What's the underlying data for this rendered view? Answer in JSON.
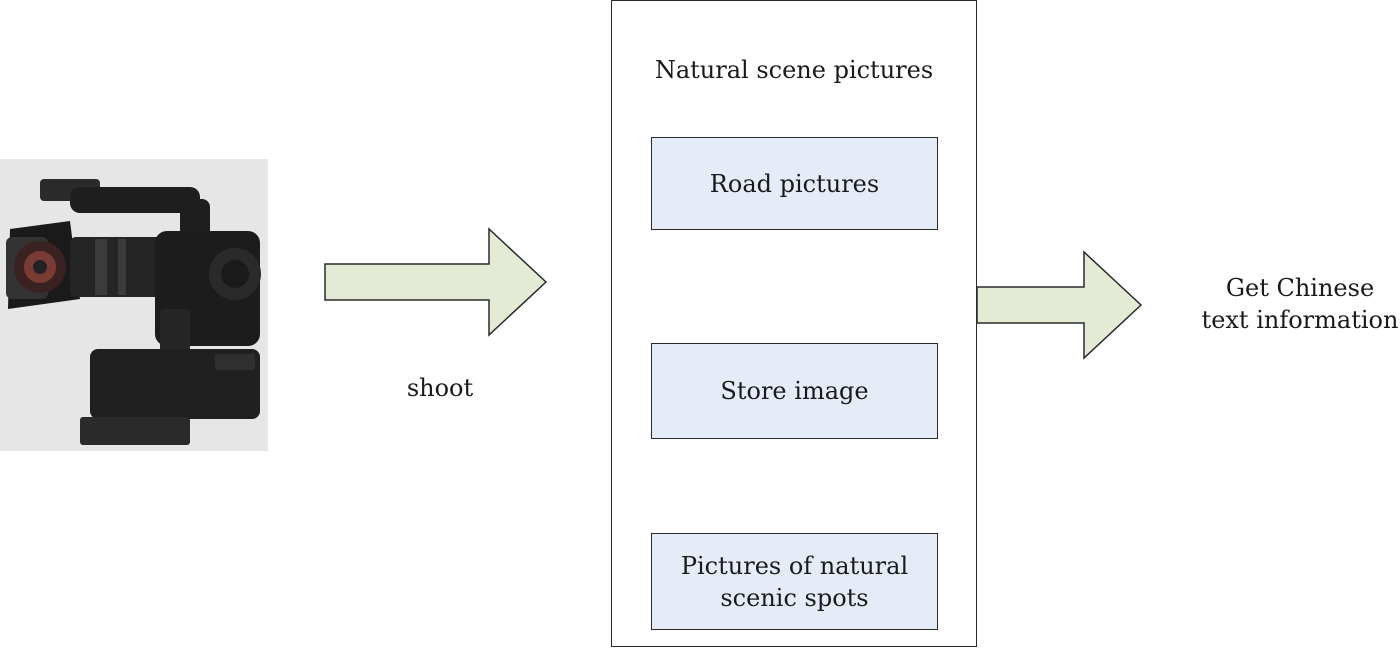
{
  "diagram": {
    "camera": {
      "icon": "video-camera-photo"
    },
    "shoot_label": "shoot",
    "container": {
      "title": "Natural scene pictures",
      "boxes": [
        {
          "label": "Road pictures"
        },
        {
          "label": "Store image"
        },
        {
          "label": "Pictures of natural scenic spots"
        }
      ]
    },
    "output_label": "Get Chinese text information"
  },
  "colors": {
    "arrow_fill": "#e4ebd4",
    "box_fill": "#e6ecf7",
    "stroke": "#2a2a2a"
  }
}
